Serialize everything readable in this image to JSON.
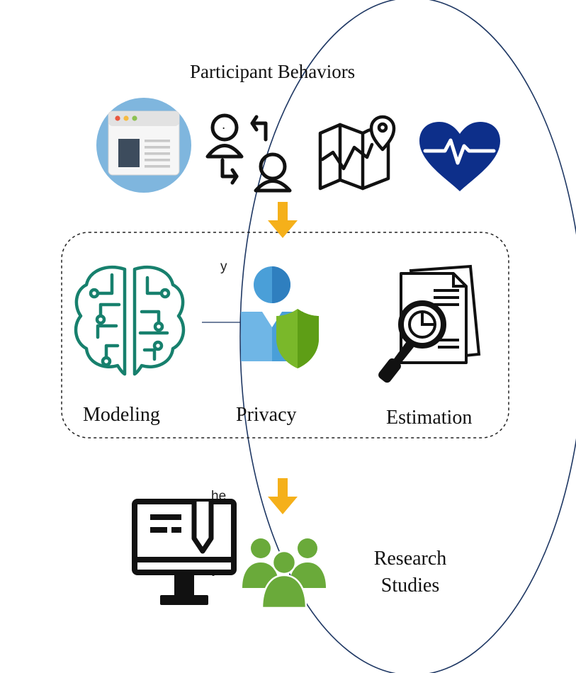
{
  "diagram": {
    "title": "Participant Behaviors",
    "steps": [
      {
        "label": "Modeling",
        "icon": "ai-brain-icon"
      },
      {
        "label": "Privacy",
        "icon": "user-shield-icon"
      },
      {
        "label": "Estimation",
        "icon": "report-magnifier-icon"
      }
    ],
    "outcome": {
      "line1": "Research",
      "line2": "Studies"
    },
    "behavior_icons": [
      "web-browser-icon",
      "user-exchange-icon",
      "map-pin-icon",
      "heart-pulse-icon"
    ],
    "outcome_icons": [
      "computer-monitor-icon",
      "people-group-icon"
    ],
    "background_text": [
      ".",
      "y",
      "he",
      "y"
    ],
    "colors": {
      "ellipse_stroke": "#1f3864",
      "arrow": "#f5b01a",
      "brain": "#17806d",
      "browser_circle": "#7fb6de",
      "heart": "#0d2f8a",
      "privacy_person": "#4a9fd8",
      "shield": "#7ab82a",
      "people": "#6aaa3a"
    }
  }
}
